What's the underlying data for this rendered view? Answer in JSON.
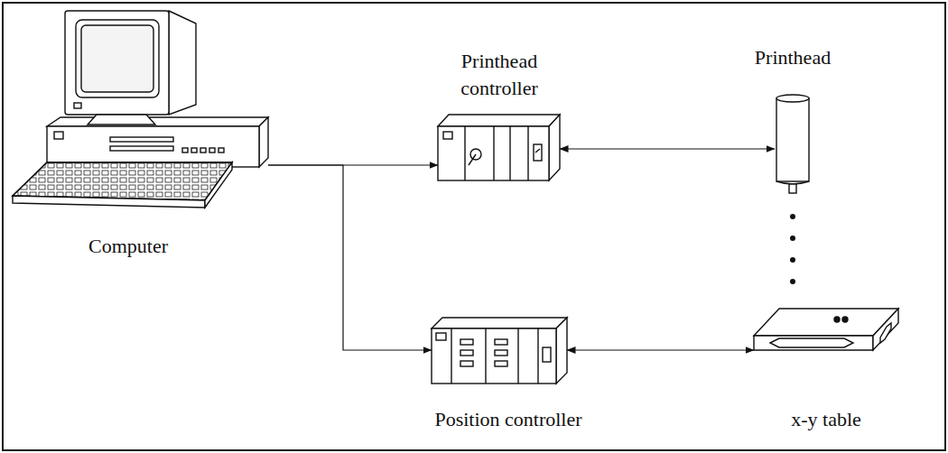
{
  "diagram": {
    "nodes": [
      {
        "text": [
          "Computer"
        ]
      },
      {
        "text": [
          "Printhead controller"
        ]
      },
      {
        "text": [
          "Printhead"
        ]
      },
      {
        "text": [
          "Position controller"
        ]
      },
      {
        "text": [
          "x-y table"
        ]
      }
    ],
    "edges": [
      {
        "from": 0,
        "to": 1,
        "arrow": "to"
      },
      {
        "from": 0,
        "to": 3,
        "arrow": "to"
      },
      {
        "from": 1,
        "to": 2,
        "arrow": "both"
      },
      {
        "from": 3,
        "to": 4,
        "arrow": "both"
      }
    ]
  }
}
